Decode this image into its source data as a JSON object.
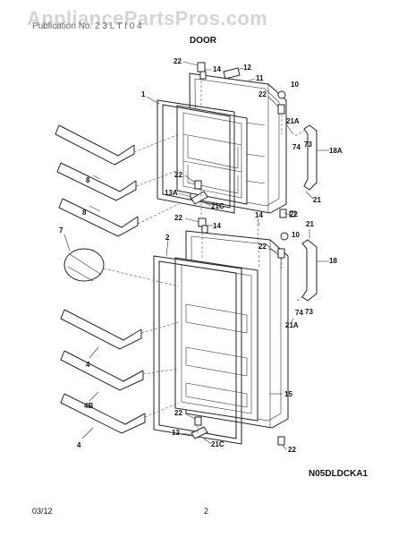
{
  "header": {
    "watermark": "AppliancePartsPros.com",
    "subtitle": "Publication No. 2 3    L T I 0 4",
    "section": "DOOR"
  },
  "diagram_code": "N05DLDCKA1",
  "footer": {
    "date": "03/12",
    "page": "2"
  },
  "callouts": {
    "c22a": "22",
    "c14a": "14",
    "c12": "12",
    "c11": "11",
    "c10a": "10",
    "c22b": "22",
    "c1": "1",
    "c21Aa": "21A",
    "c74a": "74",
    "c73a": "73",
    "c18A": "18A",
    "c8a": "8",
    "c8b": "8",
    "c22c": "22",
    "c13A": "13A",
    "c21Ca": "21C",
    "c21a": "21",
    "c22d": "22",
    "c14b": "14",
    "c14c": "14",
    "c10b": "10",
    "c21b": "21",
    "c22e": "22",
    "c7": "7",
    "c2": "2",
    "c18": "18",
    "c73b": "73",
    "c74b": "74",
    "c21Ab": "21A",
    "c4a": "4",
    "c4B": "4B",
    "c15": "15",
    "c22f": "22",
    "c13": "13",
    "c21Cb": "21C",
    "c4b": "4",
    "c22g": "22"
  }
}
